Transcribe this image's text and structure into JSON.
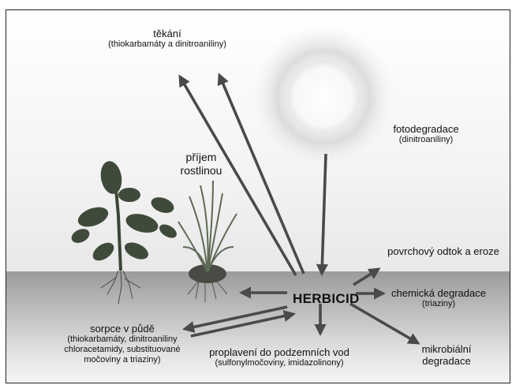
{
  "colors": {
    "soil": "#a9a9a9",
    "arrow": "#4a4a4a",
    "sun": "#f0f0f0",
    "plant": "#3f4a3a"
  },
  "center": {
    "label": "HERBICID"
  },
  "processes": {
    "volatilization": {
      "label": "těkání",
      "sub": "(thiokarbamáty a dinitroaniliny)"
    },
    "photodegradation": {
      "label": "fotodegradace",
      "sub": "(dinitroaniliny)"
    },
    "plant_uptake": {
      "line1": "příjem",
      "line2": "rostlinou"
    },
    "runoff": {
      "label": "povrchový odtok a eroze"
    },
    "chemical_degradation": {
      "label": "chemická degradace",
      "sub": "(triaziny)"
    },
    "microbial_degradation": {
      "line1": "mikrobiální",
      "line2": "degradace"
    },
    "leaching": {
      "label": "proplavení do podzemních vod",
      "sub": "(sulfonylmočoviny, imidazolinony)"
    },
    "sorption": {
      "label": "sorpce v půdě",
      "sub1": "(thiokarbamáty, dinitroaniliny",
      "sub2": "chloracetamidy, substituované",
      "sub3": "močoviny a triaziny)"
    }
  }
}
